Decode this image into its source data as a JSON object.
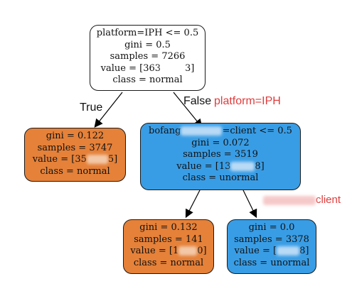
{
  "nodes": {
    "root": {
      "line1": "platform=IPH <= 0.5",
      "line2": "gini = 0.5",
      "line3": "samples = 7266",
      "value_prefix": "value = [363",
      "value_suffix": "3]",
      "line5": "class = normal",
      "color": "#ffffff"
    },
    "left": {
      "line1": "gini = 0.122",
      "line2": "samples = 3747",
      "value_prefix": "value = [35",
      "value_suffix": "5]",
      "line4": "class = normal",
      "color": "#e58139"
    },
    "right": {
      "cond_prefix": "bofang",
      "cond_suffix": "=client <= 0.5",
      "line2": "gini = 0.072",
      "line3": "samples = 3519",
      "value_prefix": "value = [13",
      "value_suffix": "8]",
      "line5": "class = unormal",
      "color": "#399de5"
    },
    "right_left": {
      "line1": "gini = 0.132",
      "line2": "samples = 141",
      "value_prefix": "value = [1",
      "value_suffix": "0]",
      "line4": "class = normal",
      "color": "#e58139"
    },
    "right_right": {
      "line1": "gini = 0.0",
      "line2": "samples = 3378",
      "value_prefix": "value = [",
      "value_suffix": "8]",
      "line4": "class = unormal",
      "color": "#399de5"
    }
  },
  "edges": {
    "true_label": "True",
    "false_label": "False"
  },
  "annotations": {
    "platform": "platform=IPH",
    "client": "client",
    "color": "#e03c3c"
  }
}
